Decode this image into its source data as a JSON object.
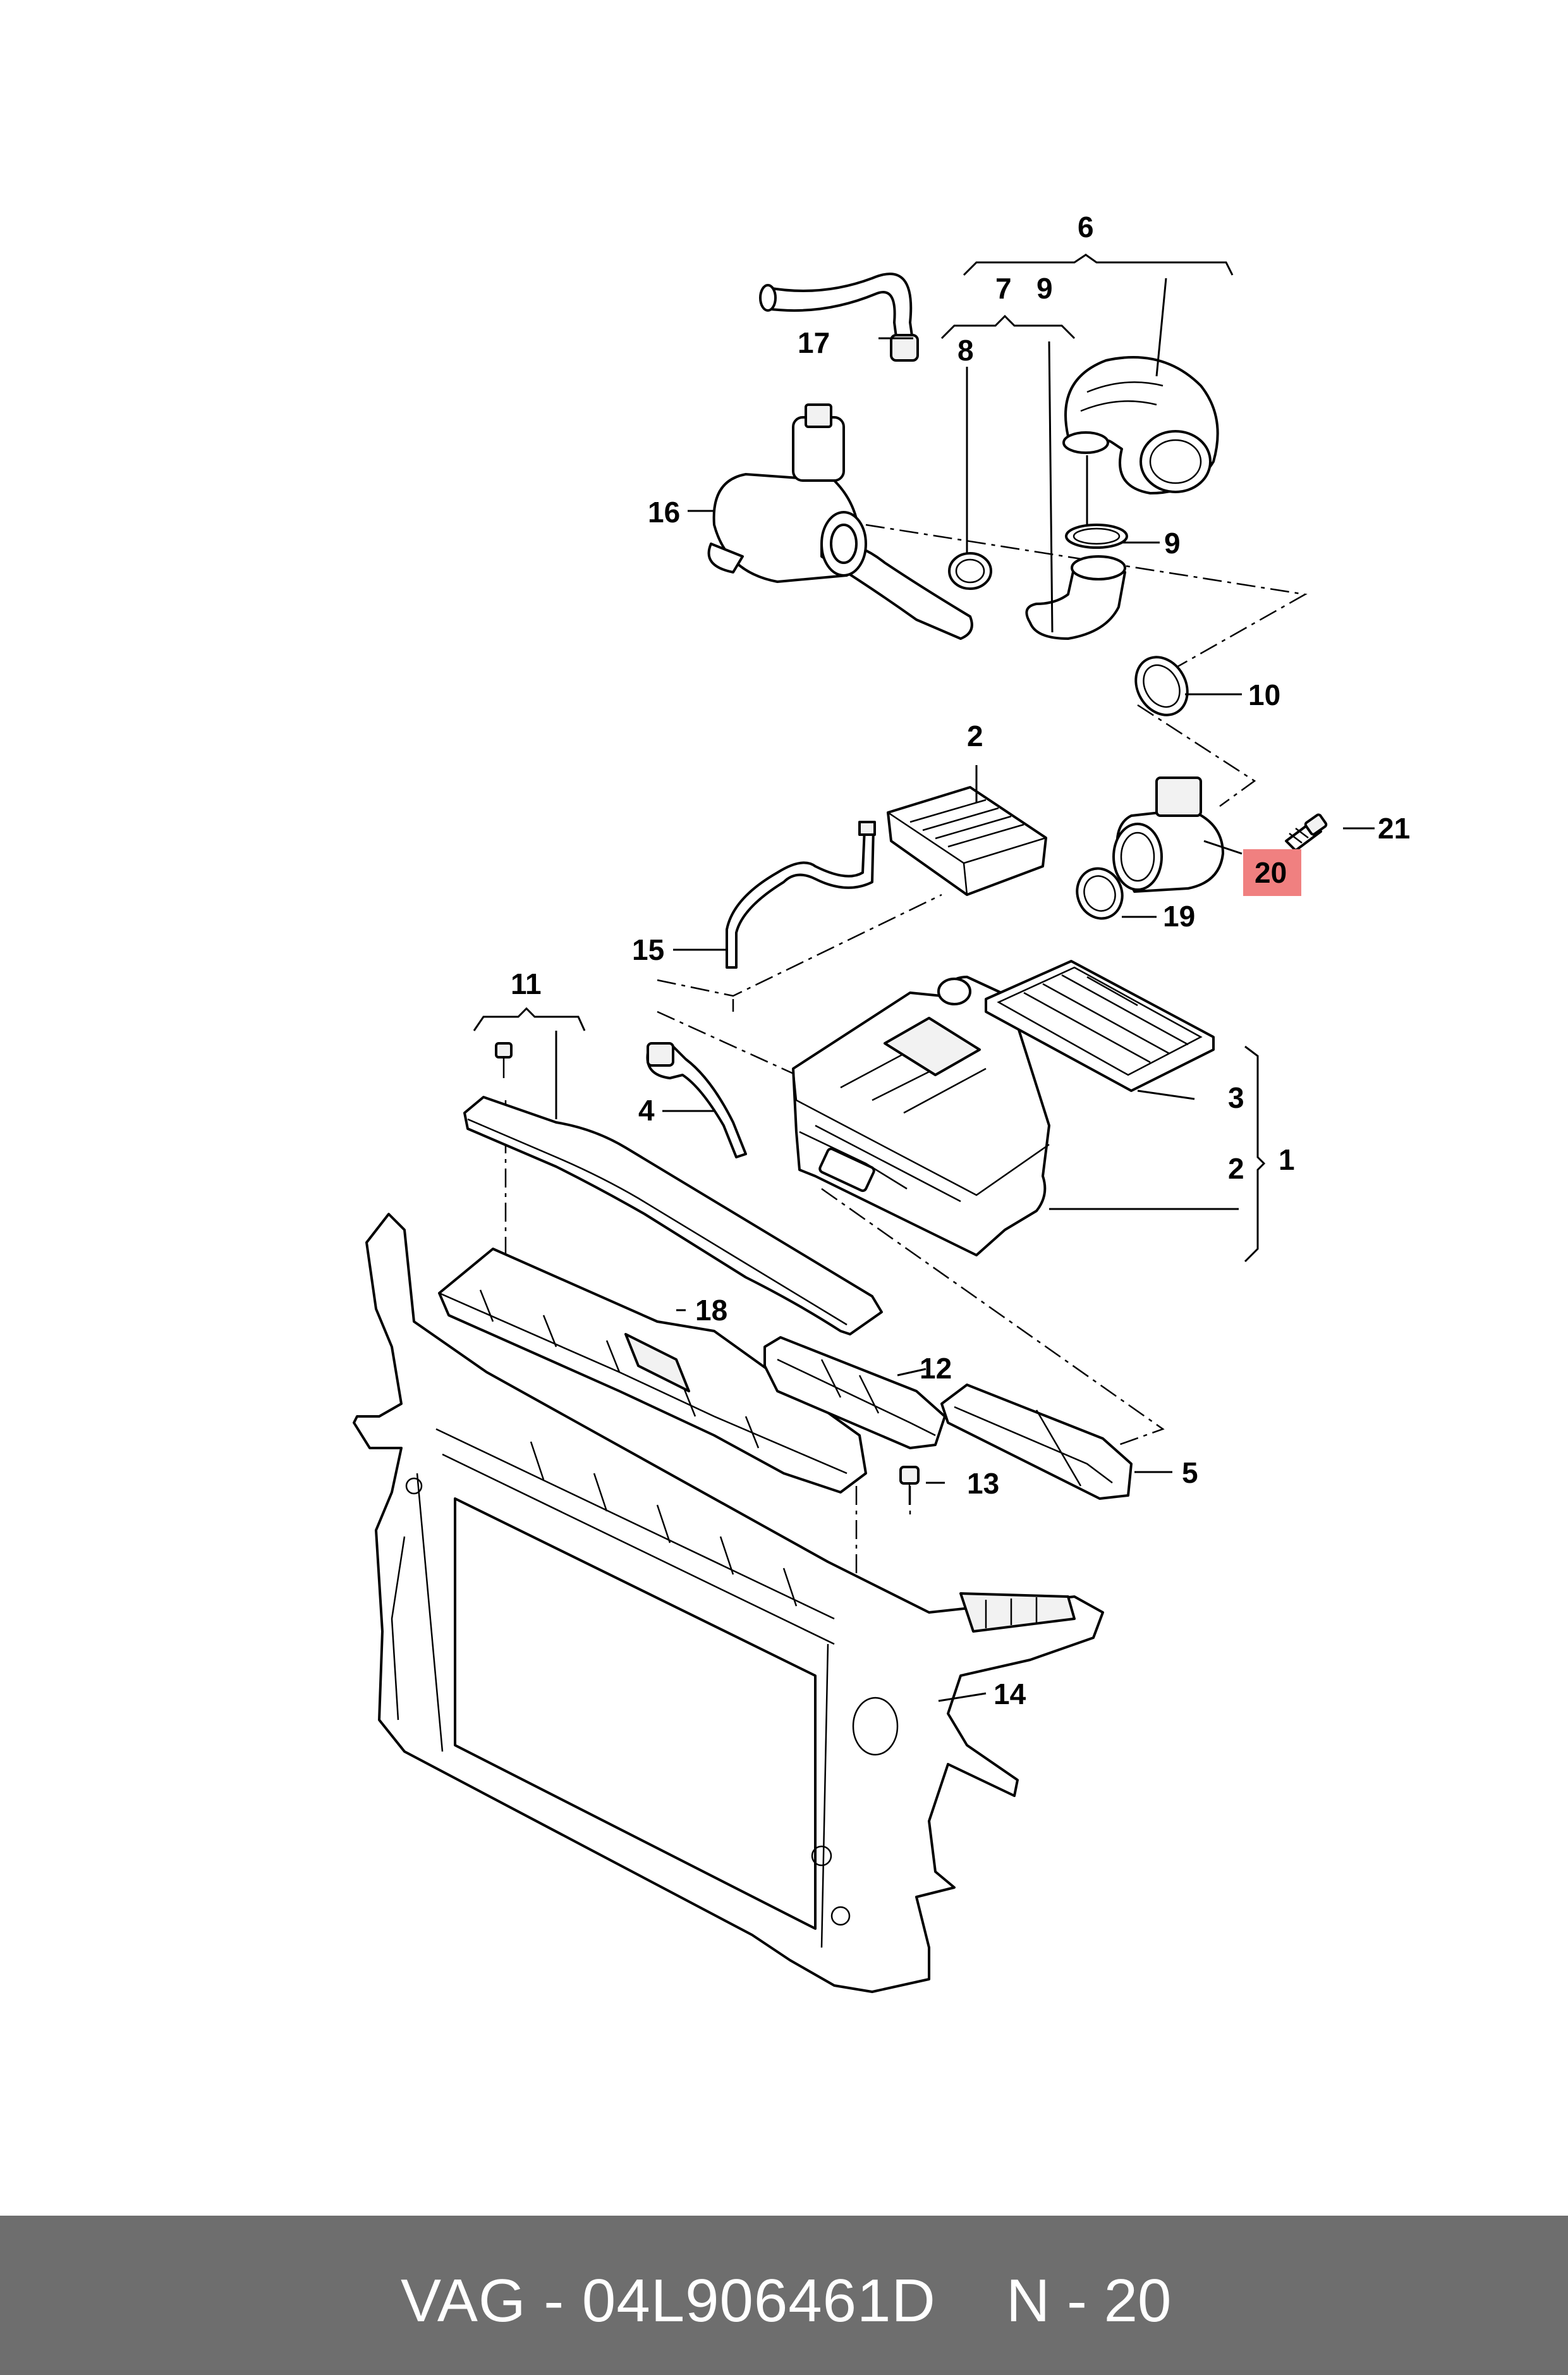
{
  "callouts": {
    "c1": "1",
    "c2a": "2",
    "c2b": "2",
    "c3": "3",
    "c4": "4",
    "c5": "5",
    "c6": "6",
    "c7": "7",
    "c8": "8",
    "c9a": "9",
    "c9b": "9",
    "c10": "10",
    "c11": "11",
    "c12": "12",
    "c13": "13",
    "c14": "14",
    "c15": "15",
    "c16": "16",
    "c17": "17",
    "c18": "18",
    "c19": "19",
    "c20": "20",
    "c21": "21"
  },
  "highlight_color": "#f08080",
  "footer": {
    "part_number": "VAG - 04L906461D",
    "reference": "N - 20",
    "background": "#6e6e6e"
  }
}
